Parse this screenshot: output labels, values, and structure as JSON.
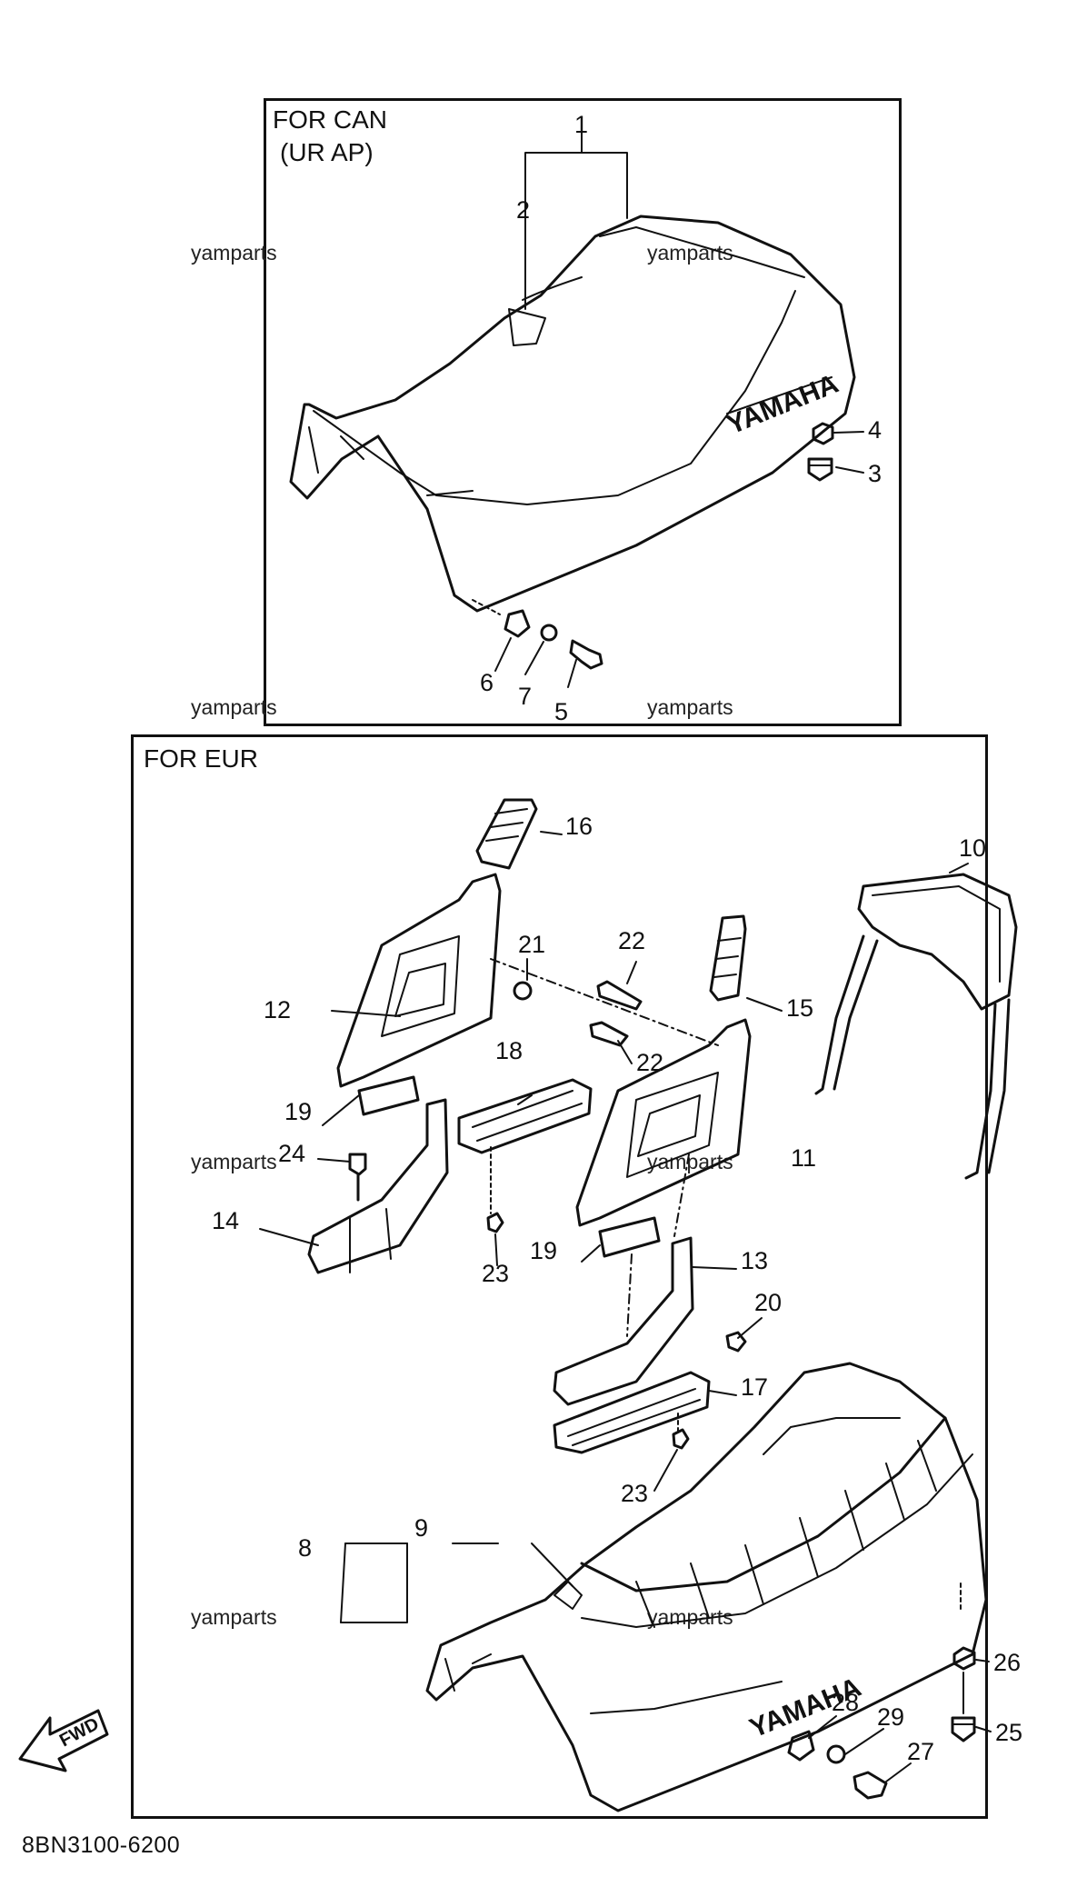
{
  "panels": {
    "can": {
      "title": "FOR CAN",
      "subtitle": "(UR AP)"
    },
    "eur": {
      "title": "FOR EUR"
    }
  },
  "watermark": "yamparts",
  "diagram_code": "8BN3100-6200",
  "brand_mark": "YAMAHA",
  "fwd_mark": "FWD",
  "part_numbers": {
    "p1": "1",
    "p2": "2",
    "p3": "3",
    "p4": "4",
    "p5": "5",
    "p6": "6",
    "p7": "7",
    "p8": "8",
    "p9": "9",
    "p10": "10",
    "p11": "11",
    "p12": "12",
    "p13": "13",
    "p14": "14",
    "p15": "15",
    "p16": "16",
    "p17": "17",
    "p18": "18",
    "p19": "19",
    "p20": "20",
    "p21": "21",
    "p22": "22",
    "p23": "23",
    "p24": "24",
    "p25": "25",
    "p26": "26",
    "p27": "27",
    "p28": "28",
    "p29": "29"
  }
}
